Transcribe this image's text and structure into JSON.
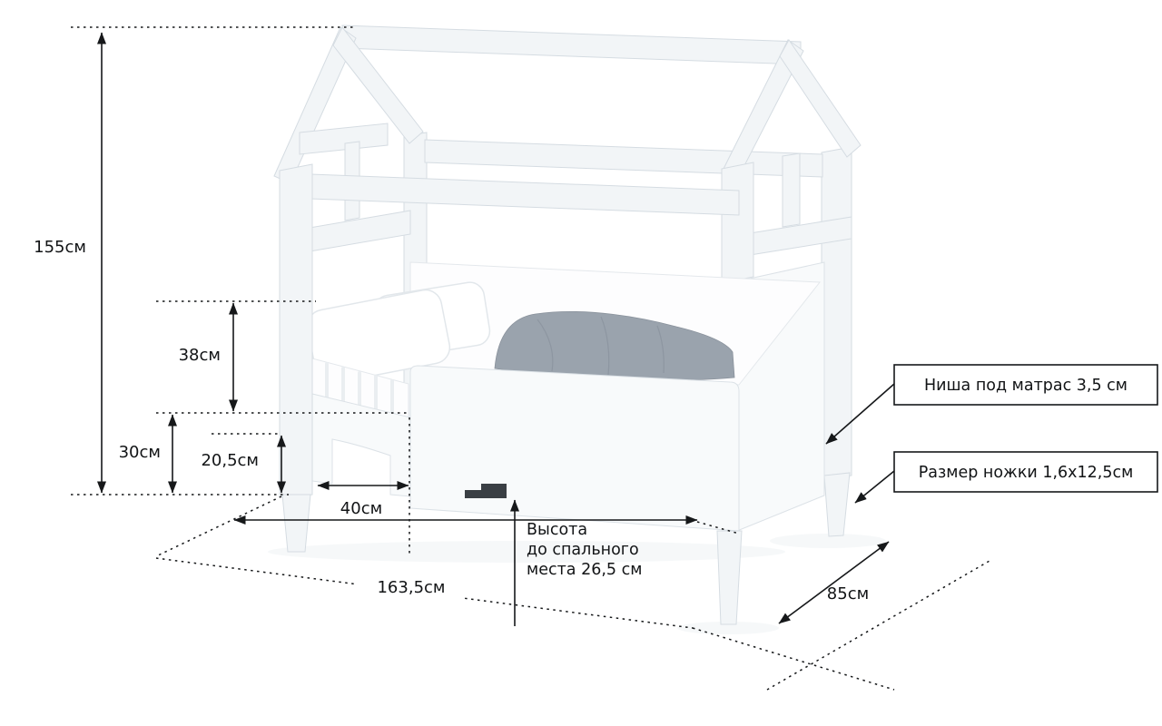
{
  "dims": {
    "h155": "155см",
    "h38": "38см",
    "h30": "30см",
    "h20_5": "20,5см",
    "w40": "40см",
    "l163_5": "163,5см",
    "d85": "85см"
  },
  "note": {
    "line1": "Высота",
    "line2": "до спального",
    "line3": "места 26,5 см"
  },
  "callouts": {
    "niche": "Ниша под матрас 3,5 см",
    "leg": "Размер ножки 1,6x12,5см"
  },
  "colors": {
    "line": "#16181a",
    "bed_fill": "#f2f5f7",
    "bed_edge": "#d5dce2",
    "blanket": "#9aa3ad",
    "background": "#ffffff"
  }
}
